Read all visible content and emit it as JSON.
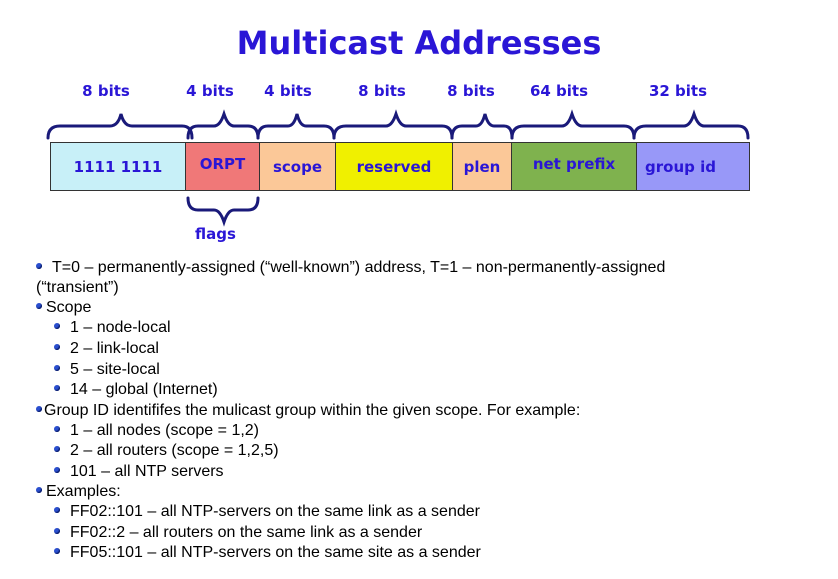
{
  "title": "Multicast Addresses",
  "bit_labels": [
    "8 bits",
    "4 bits",
    "4 bits",
    "8 bits",
    "8 bits",
    "64 bits",
    "32 bits"
  ],
  "fields": [
    {
      "label": "1111 1111",
      "color": "#c8f0f8"
    },
    {
      "label": "ORPT",
      "color": "#f07878"
    },
    {
      "label": "scope",
      "color": "#fbc898"
    },
    {
      "label": "reserved",
      "color": "#f0f000"
    },
    {
      "label": "plen",
      "color": "#fbc898"
    },
    {
      "label": "net prefix",
      "color": "#7fb24e"
    },
    {
      "label": "group id",
      "color": "#9898f8"
    }
  ],
  "flags_label": "flags",
  "bullets": {
    "t_flag_line1": "T=0 – permanently-assigned (“well-known”) address, T=1 – non-permanently-assigned",
    "t_flag_line2": "(“transient”)",
    "scope": "Scope",
    "scope_items": [
      "1 – node-local",
      "2 – link-local",
      "5 – site-local",
      "14 – global (Internet)"
    ],
    "group_id": "Group ID identififes the mulicast group within the given scope. For example:",
    "group_items": [
      "1 – all nodes (scope = 1,2)",
      "2 – all routers (scope = 1,2,5)",
      "101 – all NTP servers"
    ],
    "examples": "Examples:",
    "example_items": [
      "FF02::101 – all NTP-servers on the same link as a sender",
      "FF02::2 – all routers on the same link as a sender",
      "FF05::101 – all NTP-servers on the same site as a sender"
    ]
  },
  "colors": {
    "title": "#2a16d6",
    "brace": "#1a1a7a",
    "bullet": "#2a4fcf"
  }
}
